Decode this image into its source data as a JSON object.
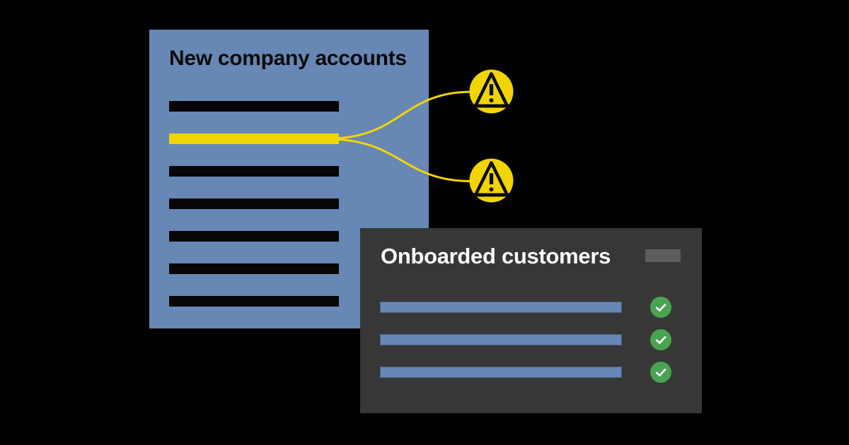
{
  "colors": {
    "background": "#000000",
    "panel-blue": "#6787b5",
    "bar-black": "#060606",
    "alert-yellow": "#f2d500",
    "panel-dark": "#373737",
    "badge-gray": "#5d5d5d",
    "bar-blue": "#6787b5",
    "check-green": "#4aa350",
    "title-dark": "#0a0a0a",
    "title-light": "#ffffff"
  },
  "accounts_panel": {
    "title": "New company accounts",
    "rows": [
      "normal",
      "flagged",
      "normal",
      "normal",
      "normal",
      "normal",
      "normal"
    ]
  },
  "alerts": {
    "icon": "warning-icon",
    "count": 2
  },
  "customers_panel": {
    "title": "Onboarded customers",
    "rows": [
      "verified",
      "verified",
      "verified"
    ]
  }
}
